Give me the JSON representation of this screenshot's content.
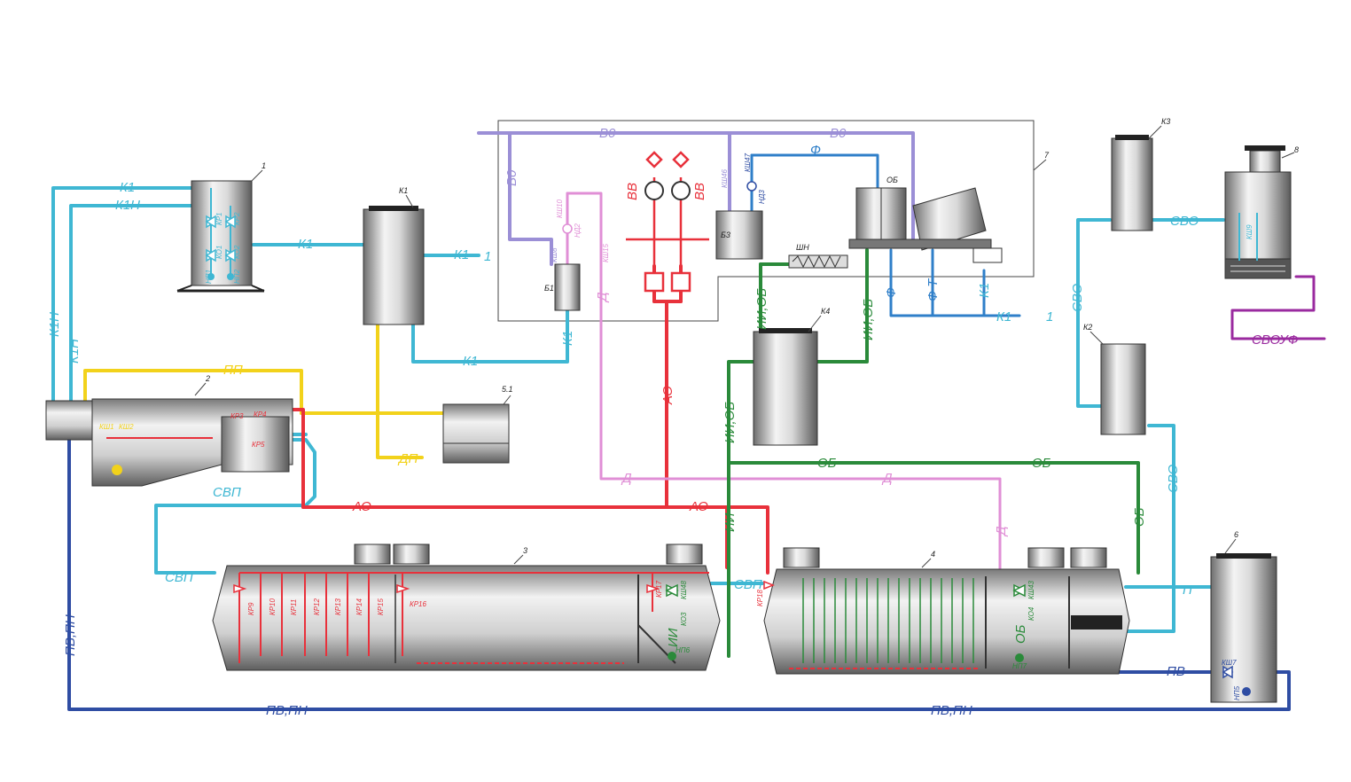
{
  "colors": {
    "k1": "#3fb7d3",
    "vo": "#9b8fd6",
    "f": "#2f7fc9",
    "ao": "#e8313b",
    "ob": "#2a8a3a",
    "pp": "#f2d21b",
    "d": "#e08fd6",
    "pv": "#2f4da3",
    "svouf": "#9a2a9f"
  },
  "pipe_labels": {
    "k1_a": "К1",
    "k1n": "К1Н",
    "k1_b": "К1",
    "k1_in": "К1",
    "k1_in_ref": "1",
    "k1_c": "К1",
    "k1_d": "К1",
    "k1_out": "К1",
    "k1_out_ref": "1",
    "k1_vert": "К1",
    "k1n_v1": "К1Н",
    "k1n_v2": "К1Н",
    "vo_a": "В0",
    "vo_b": "В0",
    "vo_v": "В0",
    "f_a": "Ф",
    "f_v1": "Ф",
    "f_v2": "Ф Т",
    "pp": "ПП",
    "dp": "ДП",
    "svp_a": "СВП",
    "svp_b": "СВП",
    "svp_c": "СВП",
    "ao_a": "АО",
    "ao_b": "АО",
    "ao_v": "АО",
    "d_a": "Д",
    "d_b": "Д",
    "d_v1": "Д",
    "d_v2": "Д",
    "iob_a": "ИИ,ОБ",
    "iob_b": "ИИ,ОБ",
    "iob_c": "ИИ,ОБ",
    "ii": "ИИ",
    "ii_b": "ИИ",
    "ob_a": "ОБ",
    "ob_b": "ОБ",
    "ob_v": "ОБ",
    "ob_c": "ОБ",
    "svo_a": "СВО",
    "svo_b": "СВО",
    "svo_c": "СВО",
    "svouf": "СВОУФ",
    "p": "П",
    "pv": "ПВ",
    "pvpn_a": "ПВ,ПН",
    "pvpn_b": "ПВ,ПН",
    "pvpn_v": "ПВ,ПН"
  },
  "equipment": {
    "tank1": "1",
    "tank2": "2",
    "tank3": "3",
    "tank4": "4",
    "tank51": "5.1",
    "tank6": "6",
    "unit7": "7",
    "tank8": "8",
    "k1": "К1",
    "k2": "К2",
    "k3": "К3",
    "k4": "К4",
    "b1": "Б1",
    "b3": "Б3",
    "ob": "ОБ",
    "shn": "ШН",
    "vv1": "ВВ",
    "vv2": "ВВ"
  },
  "valves": {
    "kr1": "КР1",
    "kr2": "КР2",
    "kr3": "КР3",
    "kr4": "КР4",
    "kr5": "КР5",
    "kr9": "КР9",
    "kr10": "КР10",
    "kr11": "КР11",
    "kr12": "КР12",
    "kr13": "КР13",
    "kr14": "КР14",
    "kr15": "КР15",
    "kr16": "КР16",
    "kr17": "КР17",
    "kr18": "КР18",
    "ko1": "КО1",
    "ko2": "КО2",
    "ko3": "КО3",
    "ko4": "КО4",
    "ksh1": "КШ1",
    "ksh2": "КШ2",
    "ksh48": "КШ48",
    "ksh43": "КШ43",
    "ksh7": "КШ7",
    "ksh8": "КШ8",
    "ksh10": "КШ10",
    "ksh15": "КШ15",
    "ksh46": "КШ46",
    "ksh47": "КШ47",
    "ksh9": "КШ9",
    "np1": "НП1",
    "np2": "НП2",
    "np5": "НП5",
    "np6": "НП6",
    "np7": "НП7",
    "nd2": "НД2",
    "nd3": "НД3"
  }
}
